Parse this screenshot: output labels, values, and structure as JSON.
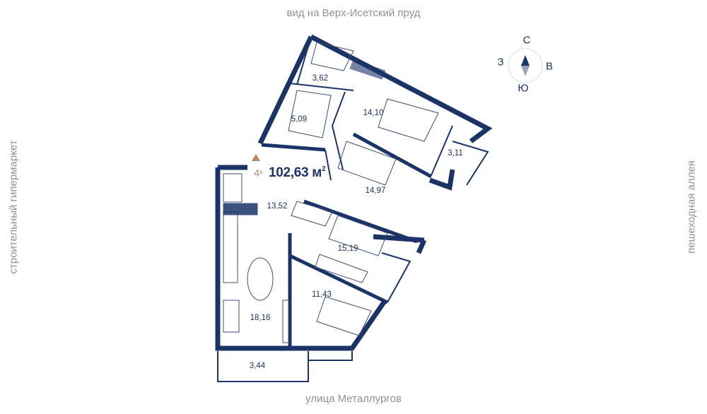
{
  "orientation": {
    "top": "вид на Верх-Исетский пруд",
    "bottom": "улица Металлургов",
    "left": "строительный гипермаркет",
    "right": "пешеходная аллея"
  },
  "compass": {
    "north": "С",
    "west": "З",
    "east": "В",
    "south": "Ю"
  },
  "apartment": {
    "rooms": "4",
    "rooms_suffix": "к",
    "area": "102,63 м",
    "area_unit_sup": "2"
  },
  "rooms": [
    {
      "area": "3,62"
    },
    {
      "area": "5,09"
    },
    {
      "area": "14,10"
    },
    {
      "area": "3,11"
    },
    {
      "area": "14,97"
    },
    {
      "area": "13,52"
    },
    {
      "area": "15,19"
    },
    {
      "area": "11,43"
    },
    {
      "area": "18,16"
    },
    {
      "area": "3,44"
    }
  ],
  "colors": {
    "wall": "#1b3468",
    "label": "#8f9299",
    "accent": "#b88766"
  }
}
